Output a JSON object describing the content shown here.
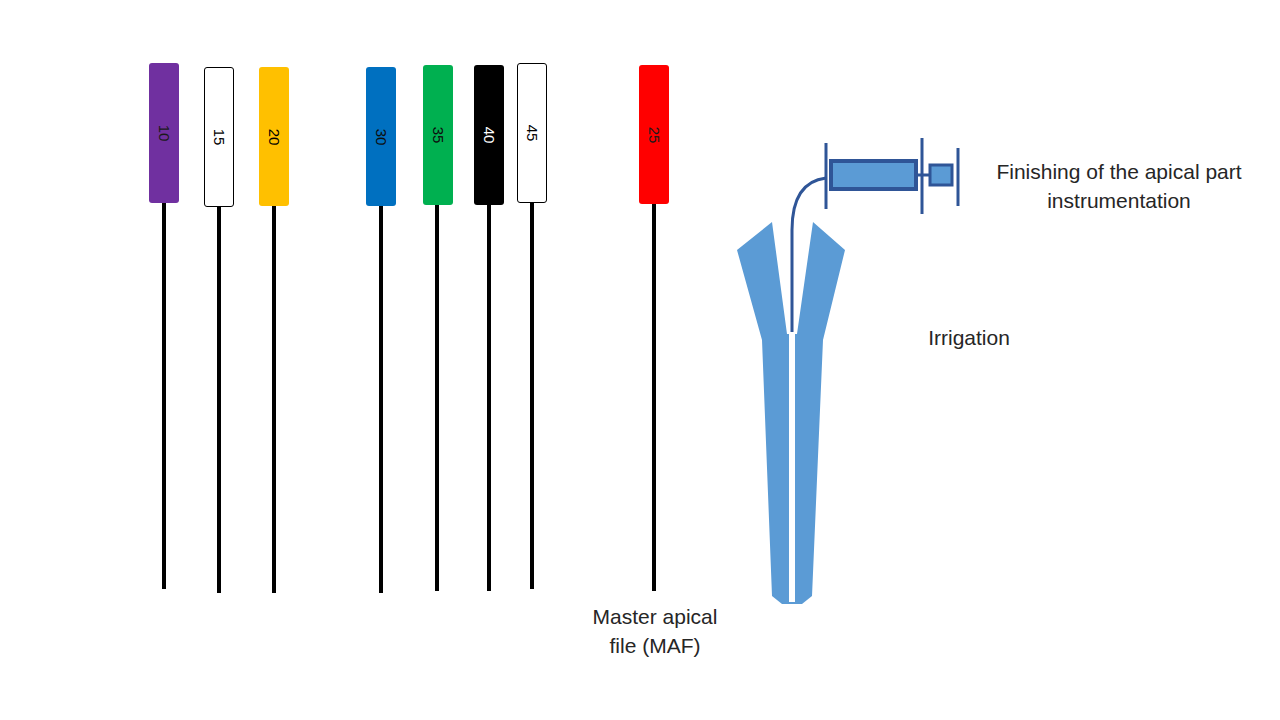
{
  "diagram": {
    "nodes": [
      {
        "text": [
          "10"
        ]
      },
      {
        "text": [
          "15"
        ]
      },
      {
        "text": [
          "20"
        ]
      },
      {
        "text": [
          "30"
        ]
      },
      {
        "text": [
          "35"
        ]
      },
      {
        "text": [
          "40"
        ]
      },
      {
        "text": [
          "45"
        ]
      },
      {
        "text": [
          "25"
        ]
      }
    ],
    "labels": [
      "Master apical file (MAF)",
      "Finishing of the apical part instrumentation",
      "Irrigation"
    ]
  }
}
